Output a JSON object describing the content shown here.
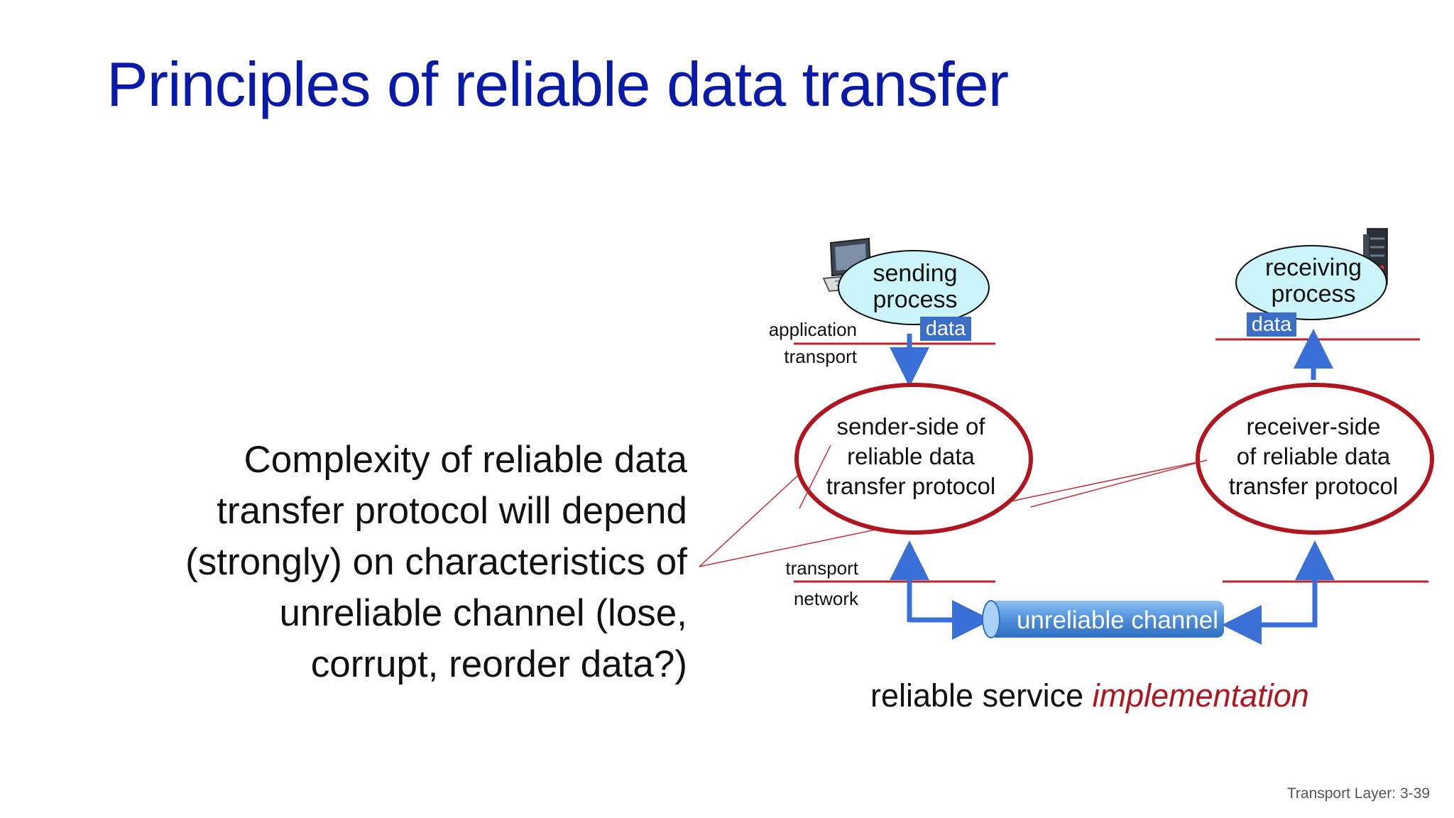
{
  "slide": {
    "title": "Principles of reliable data transfer",
    "body_lines": [
      "Complexity of reliable data",
      "transfer protocol  will depend",
      "(strongly) on characteristics of",
      "unreliable channel (lose,",
      "corrupt, reorder data?)"
    ],
    "footer": "Transport Layer: 3-39"
  },
  "diagram": {
    "sending_process": [
      "sending",
      "process"
    ],
    "receiving_process": [
      "receiving",
      "process"
    ],
    "data_label": "data",
    "layer_application": "application",
    "layer_transport": "transport",
    "layer_network": "network",
    "sender_protocol": [
      "sender-side of",
      "reliable data",
      "transfer protocol"
    ],
    "receiver_protocol": [
      "receiver-side",
      "of reliable data",
      "transfer protocol"
    ],
    "channel_label": "unreliable channel",
    "caption_plain": "reliable service ",
    "caption_emphasis": "implementation",
    "icons": [
      "laptop-icon",
      "server-icon"
    ],
    "colors": {
      "title": "#0a1aa8",
      "ellipse_red": "#b0161f",
      "process_fill": "#ccf5fb",
      "data_box": "#3b6fc6",
      "arrow_blue": "#3a6fd8",
      "channel_blue": "#4f8fdc",
      "emphasis_red": "#b0161f"
    }
  }
}
